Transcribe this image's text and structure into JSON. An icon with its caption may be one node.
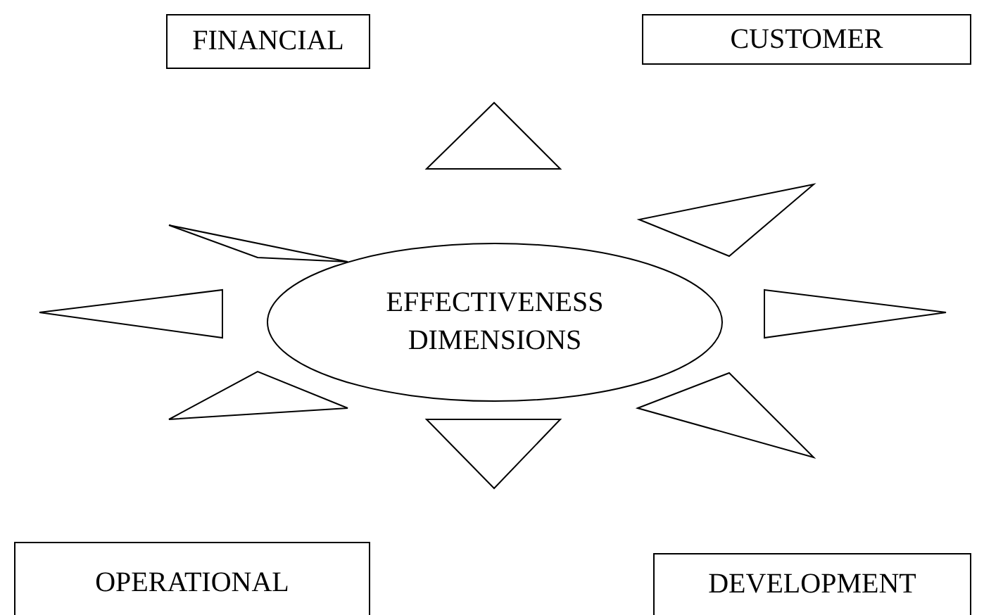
{
  "diagram": {
    "nodes": [
      {
        "text": [
          "FINANCIAL"
        ]
      },
      {
        "text": [
          "CUSTOMER"
        ]
      },
      {
        "text": [
          "EFFECTIVENESS DIMENSIONS"
        ]
      },
      {
        "text": [
          "OPERATIONAL"
        ]
      },
      {
        "text": [
          "DEVELOPMENT"
        ]
      }
    ]
  }
}
